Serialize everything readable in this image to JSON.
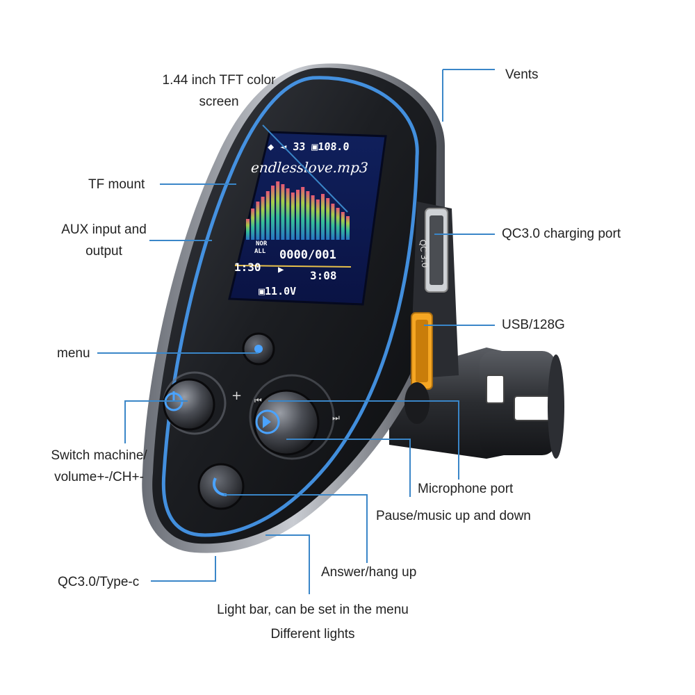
{
  "screen": {
    "status_volume": "33",
    "status_freq": "108.0",
    "track_name": "endlesslove.mp3",
    "eq_mode": "NOR",
    "eq_sub": "ALL",
    "track_counter": "0000/001",
    "time_elapsed": "1:30",
    "time_total": "3:08",
    "voltage": "11.0V"
  },
  "device": {
    "port_label": "QC 3.0",
    "button_plus": "+"
  },
  "callouts": {
    "tft_line1": "1.44 inch TFT color",
    "tft_line2": "screen",
    "vents": "Vents",
    "tf_mount": "TF mount",
    "aux_line1": "AUX input and",
    "aux_line2": "output",
    "qc_port": "QC3.0 charging port",
    "usb": "USB/128G",
    "menu": "menu",
    "switch_line1": "Switch machine/",
    "switch_line2": "volume+-/CH+-",
    "mic_port": "Microphone port",
    "pause": "Pause/music up and down",
    "answer": "Answer/hang up",
    "typec": "QC3.0/Type-c",
    "lightbar_line1": "Light bar, can be set in the menu",
    "lightbar_line2": "Different lights"
  },
  "colors": {
    "callout_line": "#3a86c8",
    "accent_glow": "#4aa3ff",
    "screen_bg": "#0d1a66",
    "usb_port": "#f5a623",
    "body_dark": "#1c1e22"
  }
}
